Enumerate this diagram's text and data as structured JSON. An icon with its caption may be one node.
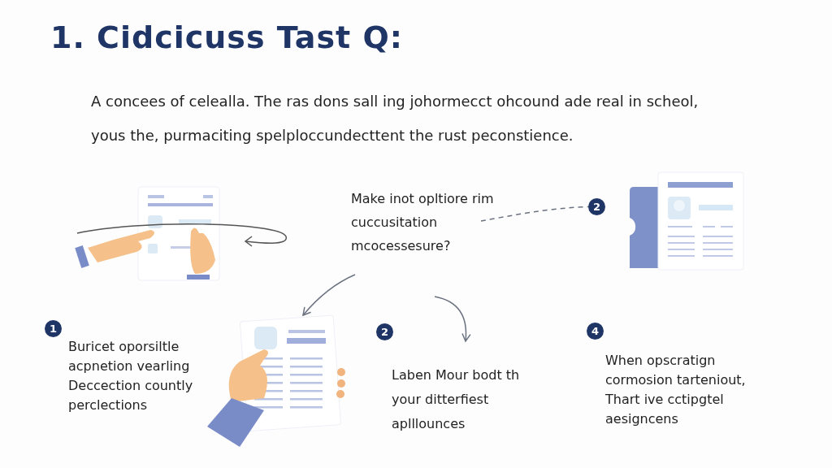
{
  "diagram": {
    "title": "1. Cidcicuss Tast Q:",
    "nodes": [
      {
        "text": [],
        "shape": "picture"
      },
      {
        "text": [
          "Make inot opltiore rim cuccusitation mcocessesure?"
        ]
      },
      {
        "text": [
          "2"
        ]
      },
      {
        "text": [],
        "shape": "picture"
      },
      {
        "text": [
          "1",
          "Buricet oporsiltle acpnetion vearling Deccection countly perclections"
        ]
      },
      {
        "text": [],
        "shape": "picture"
      },
      {
        "text": [
          "2",
          "Laben Mour bodt th your ditterfiest aplllounces"
        ]
      },
      {
        "text": [
          "4",
          "When opscratign cormosion tarteniout, Thart ive cctipgtel aesigncens"
        ]
      }
    ],
    "edges": [
      {
        "from": 1,
        "to": 2,
        "arrow": "none",
        "style": "dashed"
      },
      {
        "from": 1,
        "to": 5,
        "arrow": "to"
      },
      {
        "from": null,
        "to": 6,
        "arrow": "to"
      }
    ],
    "labels": [
      "A concees of celealla. The ras dons sall ing johormecct ohcound ade real in scheol, yous the, purmaciting spelploccundecttent the rust peconstience."
    ]
  }
}
